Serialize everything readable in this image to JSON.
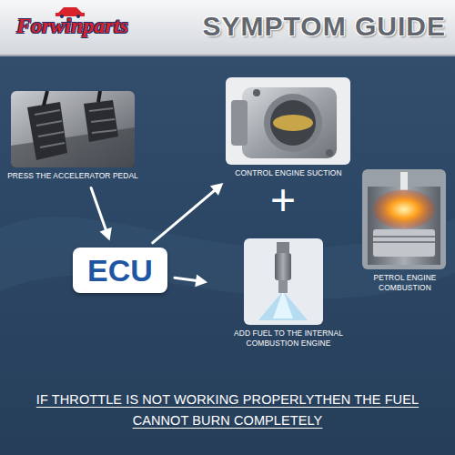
{
  "diagram": {
    "title": "SYMPTOM GUIDE",
    "caption": "IF THROTTLE IS NOT WORKING PROPERLYTHEN THE FUEL CANNOT BURN COMPLETELY",
    "nodes": [
      {
        "text": [
          "PRESS THE ACCELERATOR PEDAL"
        ]
      },
      {
        "text": [
          "ECU"
        ]
      },
      {
        "text": [
          "CONTROL ENGINE SUCTION"
        ]
      },
      {
        "text": [
          "ADD FUEL TO THE INTERNAL COMBUSTION ENGINE"
        ]
      },
      {
        "text": [
          "PETROL ENGINE COMBUSTION"
        ]
      }
    ],
    "edges": [
      {
        "from": 0,
        "to": 1,
        "arrow": "to"
      },
      {
        "from": 1,
        "to": 2,
        "arrow": "to"
      },
      {
        "from": 1,
        "to": 3,
        "arrow": "to"
      }
    ],
    "labels": [
      "Forwinparts",
      "+"
    ]
  }
}
